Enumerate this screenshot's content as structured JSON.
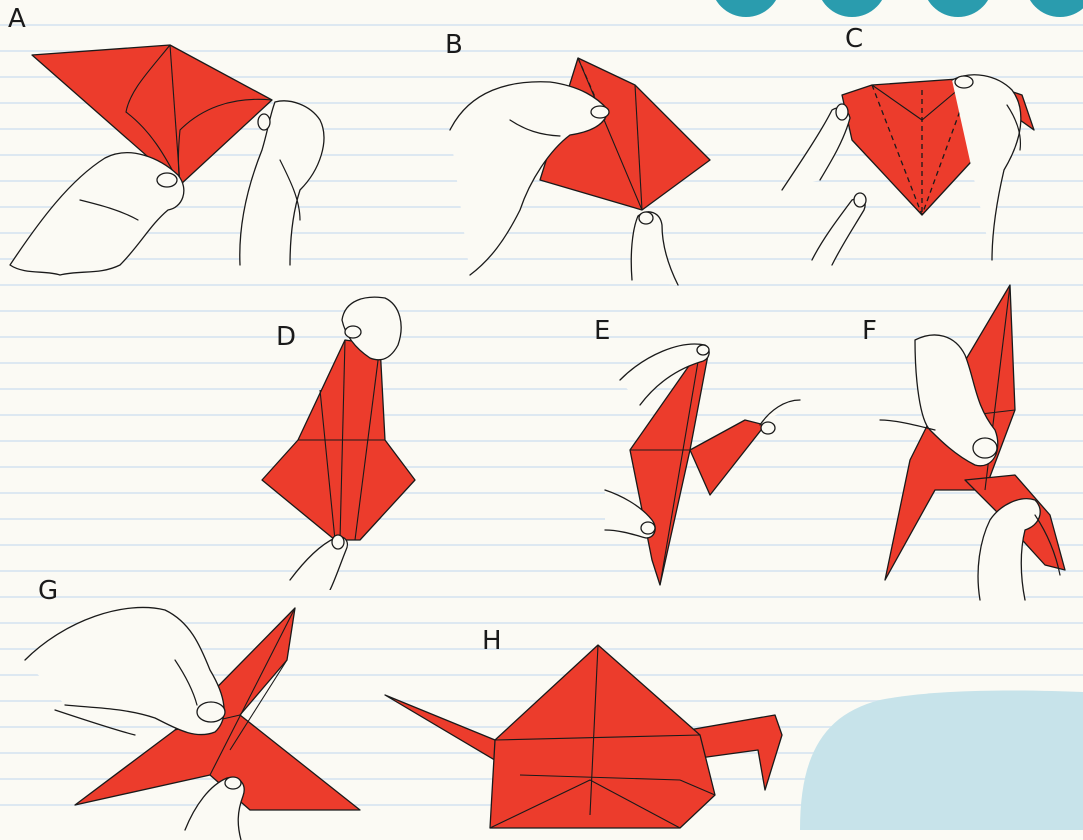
{
  "steps": [
    {
      "id": "A",
      "label": "A"
    },
    {
      "id": "B",
      "label": "B"
    },
    {
      "id": "C",
      "label": "C"
    },
    {
      "id": "D",
      "label": "D"
    },
    {
      "id": "E",
      "label": "E"
    },
    {
      "id": "F",
      "label": "F"
    },
    {
      "id": "G",
      "label": "G"
    },
    {
      "id": "H",
      "label": "H"
    }
  ],
  "colors": {
    "paper": "#ec3c2c",
    "background": "#fbfaf4",
    "ruled_lines": "#dde8f1",
    "teal_circles": "#2a9cae",
    "corner_blob": "#c7e3ea",
    "ink": "#1a1a1a"
  }
}
